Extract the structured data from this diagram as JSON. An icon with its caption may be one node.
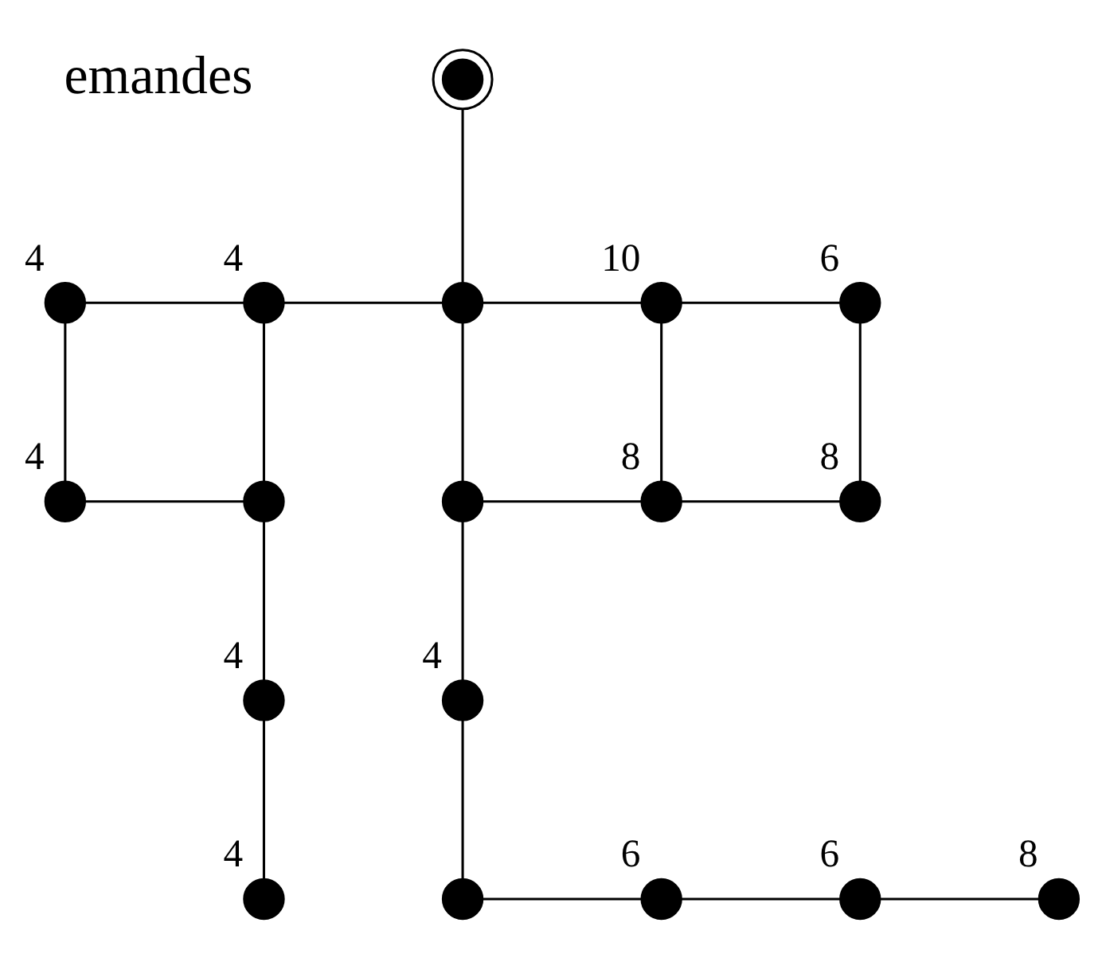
{
  "diagram": {
    "nodes": [
      {
        "text": [],
        "shape": "circle"
      },
      {
        "text": [],
        "shape": "circle",
        "beside": [
          "4"
        ]
      },
      {
        "text": [],
        "shape": "circle",
        "beside": [
          "4"
        ]
      },
      {
        "text": [],
        "shape": "circle"
      },
      {
        "text": [],
        "shape": "circle",
        "beside": [
          "10"
        ]
      },
      {
        "text": [],
        "shape": "circle",
        "beside": [
          "6"
        ]
      },
      {
        "text": [],
        "shape": "circle",
        "beside": [
          "4"
        ]
      },
      {
        "text": [],
        "shape": "circle"
      },
      {
        "text": [],
        "shape": "circle"
      },
      {
        "text": [],
        "shape": "circle",
        "beside": [
          "8"
        ]
      },
      {
        "text": [],
        "shape": "circle",
        "beside": [
          "8"
        ]
      },
      {
        "text": [],
        "shape": "circle",
        "beside": [
          "4"
        ]
      },
      {
        "text": [],
        "shape": "circle",
        "beside": [
          "4"
        ]
      },
      {
        "text": [],
        "shape": "circle",
        "beside": [
          "4"
        ]
      },
      {
        "text": [],
        "shape": "circle"
      },
      {
        "text": [],
        "shape": "circle",
        "beside": [
          "6"
        ]
      },
      {
        "text": [],
        "shape": "circle",
        "beside": [
          "6"
        ]
      },
      {
        "text": [],
        "shape": "circle",
        "beside": [
          "8"
        ]
      }
    ],
    "edges": [
      {
        "from": 0,
        "to": 3,
        "arrow": "none"
      },
      {
        "from": 1,
        "to": 2,
        "arrow": "none"
      },
      {
        "from": 2,
        "to": 3,
        "arrow": "none"
      },
      {
        "from": 3,
        "to": 4,
        "arrow": "none"
      },
      {
        "from": 4,
        "to": 5,
        "arrow": "none"
      },
      {
        "from": 1,
        "to": 6,
        "arrow": "none"
      },
      {
        "from": 6,
        "to": 7,
        "arrow": "none"
      },
      {
        "from": 2,
        "to": 7,
        "arrow": "none"
      },
      {
        "from": 3,
        "to": 8,
        "arrow": "none"
      },
      {
        "from": 8,
        "to": 9,
        "arrow": "none"
      },
      {
        "from": 9,
        "to": 10,
        "arrow": "none"
      },
      {
        "from": 4,
        "to": 9,
        "arrow": "none"
      },
      {
        "from": 5,
        "to": 10,
        "arrow": "none"
      },
      {
        "from": 7,
        "to": 11,
        "arrow": "none"
      },
      {
        "from": 8,
        "to": 12,
        "arrow": "none"
      },
      {
        "from": 11,
        "to": 13,
        "arrow": "none"
      },
      {
        "from": 12,
        "to": 14,
        "arrow": "none"
      },
      {
        "from": 14,
        "to": 15,
        "arrow": "none"
      },
      {
        "from": 15,
        "to": 16,
        "arrow": "none"
      },
      {
        "from": 16,
        "to": 17,
        "arrow": "none"
      }
    ],
    "labels": [
      "emandes"
    ]
  }
}
